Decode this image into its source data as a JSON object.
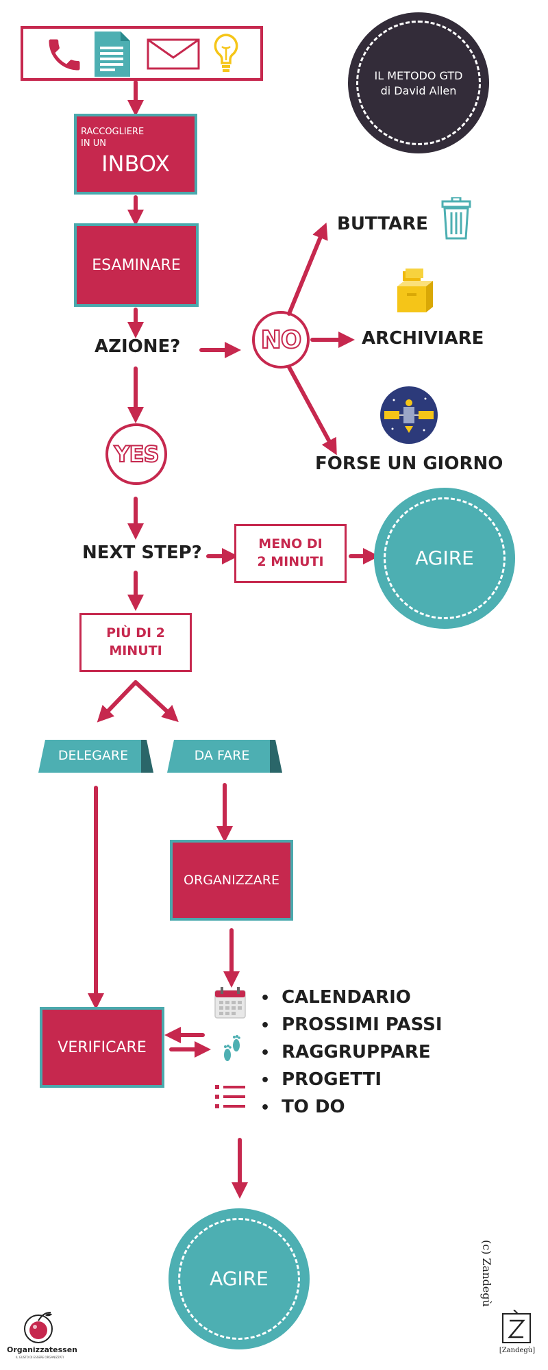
{
  "badge": {
    "line1": "IL METODO GTD",
    "line2": "di David Allen"
  },
  "steps": {
    "inbox_small": "RACCOGLIERE\nIN UN",
    "inbox_big": "INBOX",
    "examine": "ESAMINARE",
    "action_q": "AZIONE?",
    "no": "NO",
    "yes": "YES",
    "next_step_q": "NEXT STEP?",
    "less_2": "MENO DI\n2 MINUTI",
    "act_top": "AGIRE",
    "more_2": "PIÙ DI 2\nMINUTI",
    "delegate": "DELEGARE",
    "todo": "DA FARE",
    "organize": "ORGANIZZARE",
    "verify": "VERIFICARE",
    "act_bottom": "AGIRE"
  },
  "no_branches": {
    "trash": "BUTTARE",
    "archive": "ARCHIVIARE",
    "someday": "FORSE UN GIORNO"
  },
  "organize_list": [
    "CALENDARIO",
    "PROSSIMI PASSI",
    "RAGGRUPPARE",
    "PROGETTI",
    "TO DO"
  ],
  "credits": {
    "copyright": "(c) Zandegù",
    "brand_left": "Organizzatessen",
    "brand_left_tagline": "IL GUSTO DI ESSERE ORGANIZZATI",
    "brand_right": "[Zandegù]"
  },
  "colors": {
    "crimson": "#c6284e",
    "teal": "#4dafb2",
    "teal_dark": "#2a6669",
    "dark": "#332c39",
    "yellow": "#f5c518"
  },
  "icons": [
    "phone-icon",
    "document-icon",
    "mail-icon",
    "lightbulb-icon",
    "trash-icon",
    "box-icon",
    "satellite-icon",
    "calendar-icon",
    "footprints-icon",
    "list-icon",
    "cherry-logo",
    "zandegu-logo"
  ]
}
